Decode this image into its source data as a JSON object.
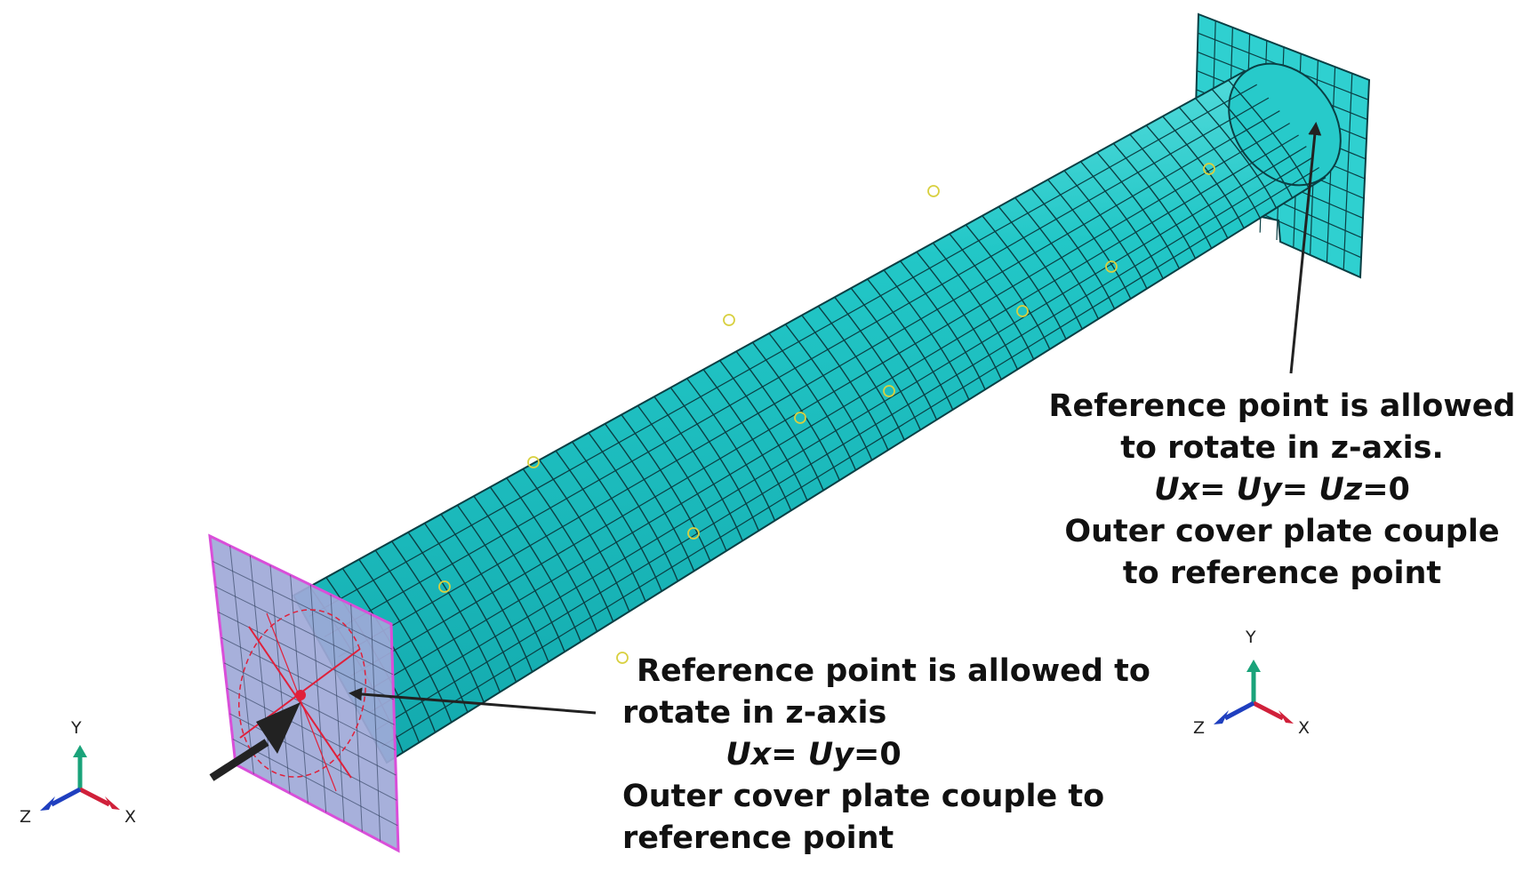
{
  "annotations": {
    "right": {
      "line1": "Reference point is allowed",
      "line2": "to rotate in z-axis.",
      "eq_sym1": "Ux",
      "eq_sym2": "Uy",
      "eq_sym3": "Uz",
      "eq_value": "0",
      "line4": "Outer cover plate couple",
      "line5": "to reference point"
    },
    "left": {
      "line1": "Reference point is allowed to",
      "line2": "rotate in z-axis",
      "eq_sym1": "Ux",
      "eq_sym2": "Uy",
      "eq_value": "0",
      "line4": "Outer cover plate couple to",
      "line5": "reference point"
    }
  },
  "triads": {
    "left": {
      "y": "Y",
      "z": "Z",
      "x": "X"
    },
    "right": {
      "y": "Y",
      "z": "Z",
      "x": "X"
    }
  },
  "colors": {
    "tube_fill": "#1fc4c4",
    "mesh_line": "#0a3f44",
    "left_plate_fill": "#9fa9d8",
    "left_plate_edge": "#d94fd9",
    "right_plate_fill": "#2fd0d0",
    "constraint_red": "#e0203a",
    "marker_yellow": "#d8d040",
    "axis_y": "#1aa37a",
    "axis_x": "#d0203a",
    "axis_z": "#1f3fbf"
  }
}
